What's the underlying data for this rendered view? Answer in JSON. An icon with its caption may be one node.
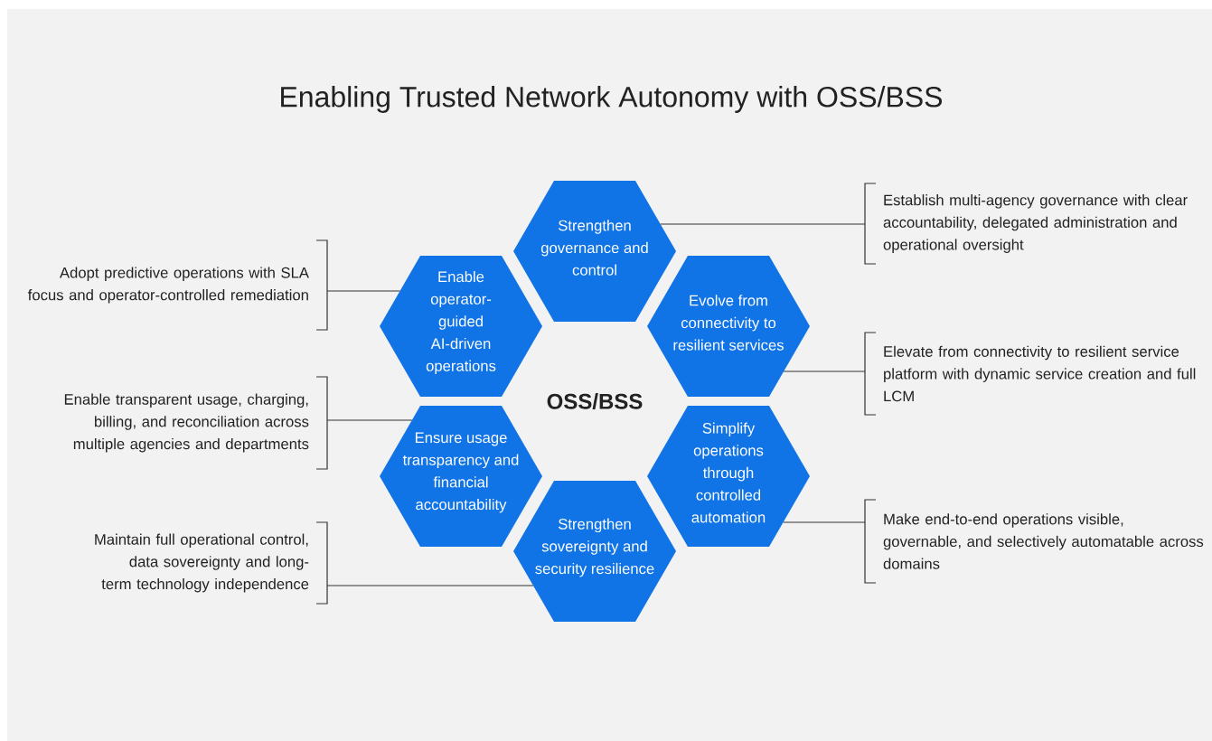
{
  "diagram": {
    "title": "Enabling Trusted Network Autonomy with OSS/BSS",
    "nodes": [
      {
        "text": [
          "Strengthen governance and control"
        ]
      },
      {
        "text": [
          "Enable operator-guided AI-driven operations"
        ]
      },
      {
        "text": [
          "Evolve from connectivity to resilient services"
        ]
      },
      {
        "text": [
          "Ensure usage transparency and financial accountability"
        ]
      },
      {
        "text": [
          "Simplify operations through controlled automation"
        ]
      },
      {
        "text": [
          "Strengthen sovereignty and security resilience"
        ]
      },
      {
        "text": [
          "Establish multi-agency governance with clear accountability, delegated administration and operational oversight"
        ]
      },
      {
        "text": [
          "Adopt predictive operations with SLA focus and operator-controlled remediation"
        ]
      },
      {
        "text": [
          "Elevate from connectivity to resilient service platform with dynamic service creation and full LCM"
        ]
      },
      {
        "text": [
          "Enable transparent usage, charging, billing, and reconciliation across multiple agencies and departments"
        ]
      },
      {
        "text": [
          "Make end-to-end operations visible, governable, and selectively automatable across domains"
        ]
      },
      {
        "text": [
          "Maintain full operational control, data sovereignty and long-term technology independence"
        ]
      }
    ],
    "edges": [
      {
        "from": 6,
        "to": 0,
        "arrow": "none"
      },
      {
        "from": 7,
        "to": 1,
        "arrow": "none"
      },
      {
        "from": 8,
        "to": 2,
        "arrow": "none"
      },
      {
        "from": 9,
        "to": 3,
        "arrow": "none"
      },
      {
        "from": 10,
        "to": 4,
        "arrow": "none"
      },
      {
        "from": 11,
        "to": 5,
        "arrow": "none"
      }
    ],
    "labels": [
      "OSS/BSS"
    ]
  }
}
